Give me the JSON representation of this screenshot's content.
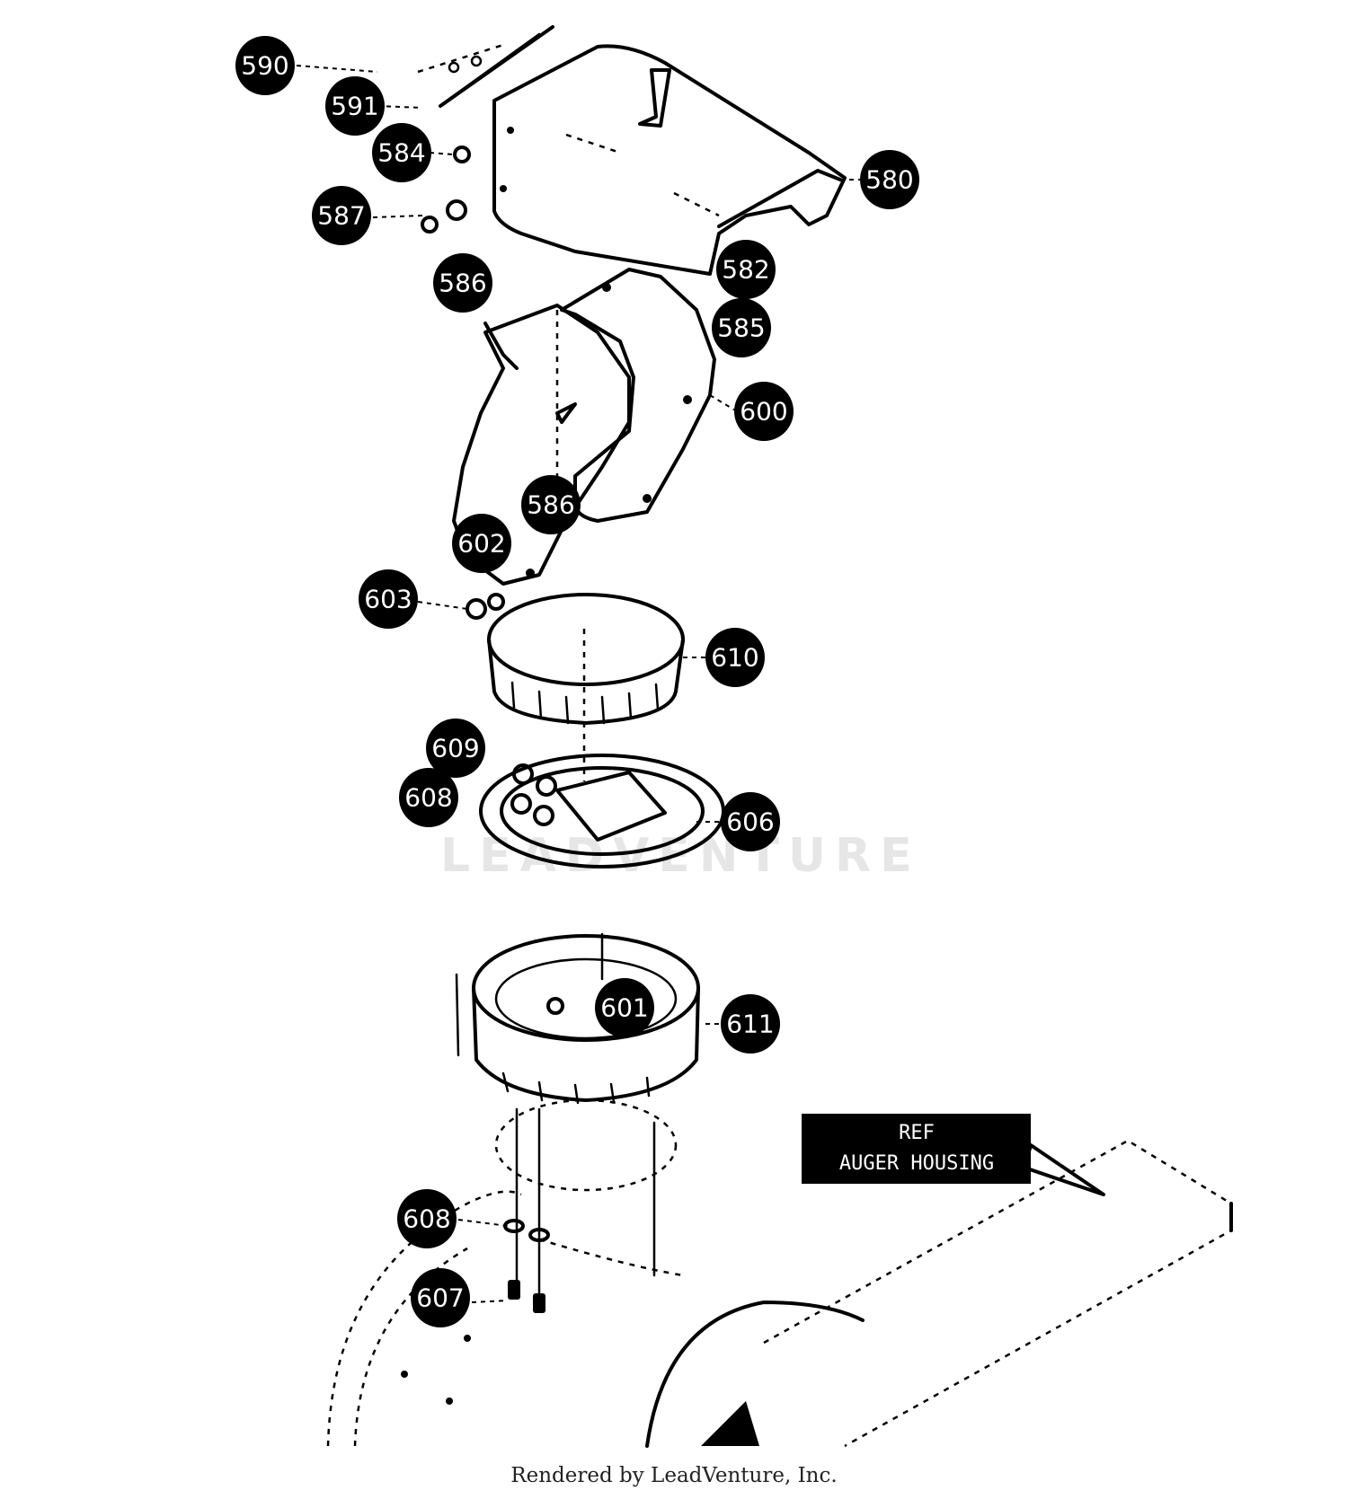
{
  "callouts": [
    {
      "id": "590",
      "label": "590"
    },
    {
      "id": "591",
      "label": "591"
    },
    {
      "id": "584",
      "label": "584"
    },
    {
      "id": "587",
      "label": "587"
    },
    {
      "id": "586a",
      "label": "586"
    },
    {
      "id": "580",
      "label": "580"
    },
    {
      "id": "582",
      "label": "582"
    },
    {
      "id": "585",
      "label": "585"
    },
    {
      "id": "600",
      "label": "600"
    },
    {
      "id": "586b",
      "label": "586"
    },
    {
      "id": "602",
      "label": "602"
    },
    {
      "id": "603",
      "label": "603"
    },
    {
      "id": "610",
      "label": "610"
    },
    {
      "id": "609",
      "label": "609"
    },
    {
      "id": "608a",
      "label": "608"
    },
    {
      "id": "606",
      "label": "606"
    },
    {
      "id": "601",
      "label": "601"
    },
    {
      "id": "611",
      "label": "611"
    },
    {
      "id": "608b",
      "label": "608"
    },
    {
      "id": "607",
      "label": "607"
    }
  ],
  "reference_label": {
    "line1": "REF",
    "line2": "AUGER HOUSING"
  },
  "watermark": "LEADVENTURE",
  "footer": "Rendered by LeadVenture, Inc."
}
